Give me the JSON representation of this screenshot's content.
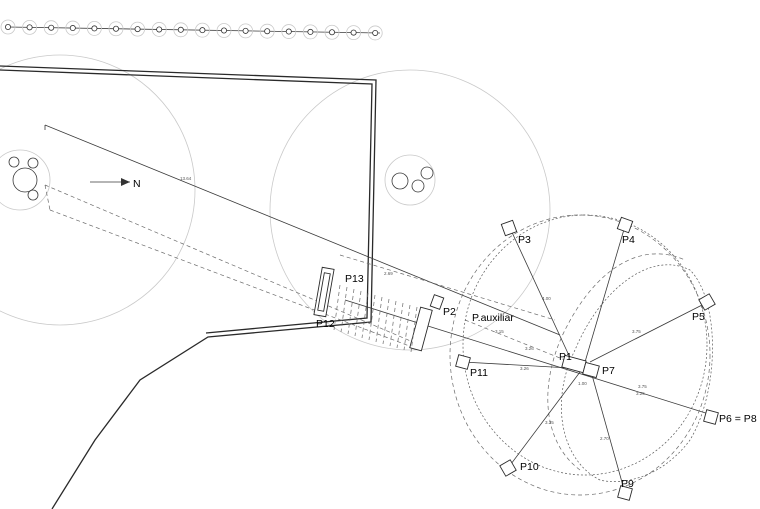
{
  "north_label": "N",
  "aux_label": "P.auxiliar",
  "points": [
    {
      "id": "p1",
      "label": "P1"
    },
    {
      "id": "p2",
      "label": "P2"
    },
    {
      "id": "p3",
      "label": "P3"
    },
    {
      "id": "p4",
      "label": "P4"
    },
    {
      "id": "p5",
      "label": "P5"
    },
    {
      "id": "p6",
      "label": "P6 = P8"
    },
    {
      "id": "p7",
      "label": "P7"
    },
    {
      "id": "p9",
      "label": "P9"
    },
    {
      "id": "p10",
      "label": "P10"
    },
    {
      "id": "p11",
      "label": "P11"
    },
    {
      "id": "p12",
      "label": "P12"
    },
    {
      "id": "p13",
      "label": "P13"
    }
  ],
  "dimensions": {
    "long_line": "13.64",
    "aux_left": "3.15",
    "p2_aux": "2.69",
    "p1_line": "3.26",
    "p11_line": "3.26",
    "p5_line": "3.75",
    "p6_a": "3.75",
    "p6_b": "3.25",
    "p10_line": "3.25",
    "p3_line": "4.00",
    "p9_line": "2.70",
    "p1_p7": "1.00"
  }
}
